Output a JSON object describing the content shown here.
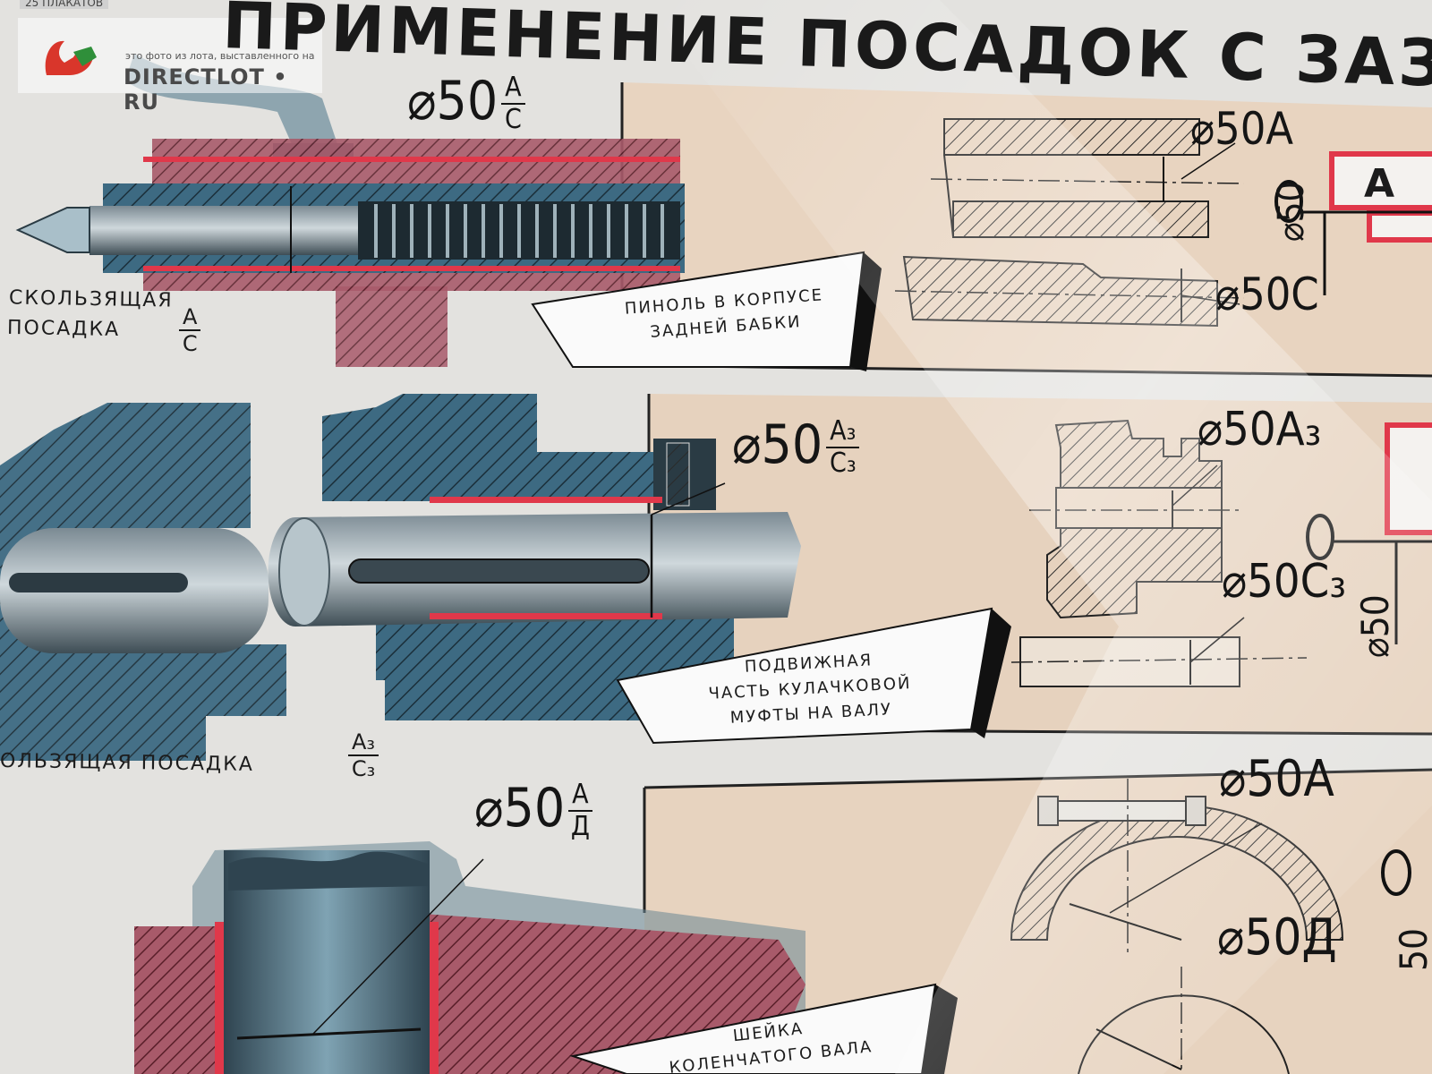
{
  "watermark": {
    "caption": "это фото из лота, выставленного на",
    "site": "DIRECTLOT • RU",
    "corner_tag": "25 ПЛАКАТОВ"
  },
  "poster": {
    "title": "ПРИМЕНЕНИЕ ПОСАДОК С ЗАЗОРОМ",
    "sections": [
      {
        "fit_label_line1": "СКОЛЬЗЯЩАЯ",
        "fit_label_line2": "ПОСАДКА",
        "fit_num": "А",
        "fit_den": "С",
        "main_dim": "⌀50",
        "main_num": "А",
        "main_den": "С",
        "callout": [
          "ПИНОЛЬ В КОРПУСЕ",
          "ЗАДНЕЙ БАБКИ"
        ],
        "hole_dim": "⌀50А",
        "shaft_dim": "⌀50С",
        "side_dim": "⌀50",
        "badge": "А"
      },
      {
        "fit_label": "ОЛЬЗЯЩАЯ ПОСАДКА",
        "fit_num": "А₃",
        "fit_den": "С₃",
        "main_dim": "⌀50",
        "main_num": "А₃",
        "main_den": "С₃",
        "callout": [
          "ПОДВИЖНАЯ",
          "ЧАСТЬ КУЛАЧКОВОЙ",
          "МУФТЫ НА ВАЛУ"
        ],
        "hole_dim": "⌀50А₃",
        "shaft_dim": "⌀50С₃",
        "side_dim": "⌀50"
      },
      {
        "main_dim": "⌀50",
        "main_num": "А",
        "main_den": "Д",
        "callout": [
          "ШЕЙКА",
          "КОЛЕНЧАТОГО ВАЛА"
        ],
        "hole_dim": "⌀50А",
        "shaft_dim": "⌀50Д",
        "side_dim": "50"
      }
    ]
  },
  "colors": {
    "paper": "#f2f1ee",
    "beige": "#e9d6c2",
    "hatch": "#2a2a2a",
    "blue": "#7fb2c8",
    "red": "#e0384a"
  }
}
